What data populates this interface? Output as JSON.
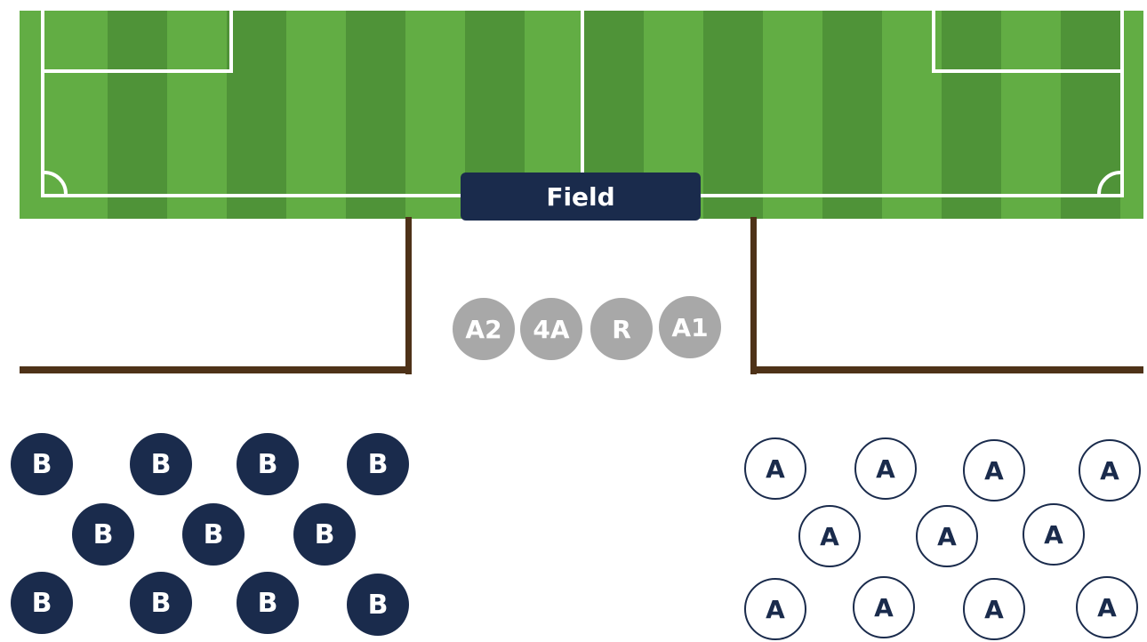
{
  "field": {
    "label": "Field"
  },
  "officials": [
    "A2",
    "4A",
    "R",
    "A1"
  ],
  "team_b": {
    "label": "B"
  },
  "team_a": {
    "label": "A"
  },
  "colors": {
    "pitch_light": "#62ad44",
    "pitch_dark": "#4f9338",
    "line": "#ffffff",
    "navy": "#1a2b4c",
    "official_gray": "#a8a8a8",
    "barrier": "#4e3218"
  }
}
